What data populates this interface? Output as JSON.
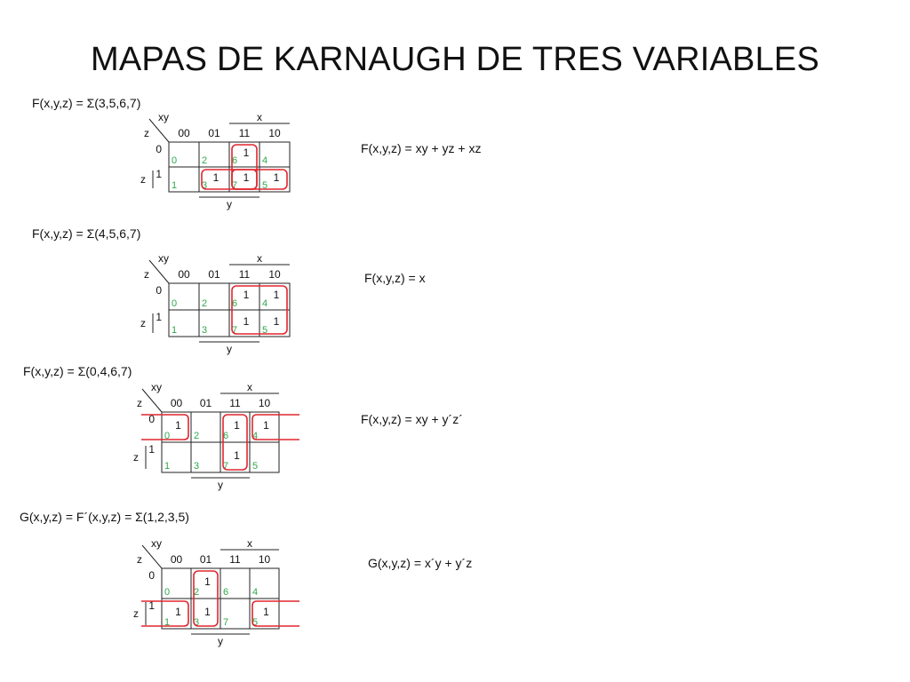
{
  "title": "MAPAS DE KARNAUGH DE TRES VARIABLES",
  "colors": {
    "loop": "#e0262e",
    "minterm": "#2ea84a",
    "text": "#111111"
  },
  "axis": {
    "col_var": "xy",
    "row_var": "z",
    "col_codes": [
      "00",
      "01",
      "11",
      "10"
    ],
    "row_codes": [
      "0",
      "1"
    ],
    "x_label": "x",
    "y_label": "y",
    "z_label": "z"
  },
  "sections": [
    {
      "function": "F(x,y,z) = Σ(3,5,6,7)",
      "result": "F(x,y,z) = xy + yz + xz",
      "cells": [
        [
          "",
          "",
          "1",
          ""
        ],
        [
          "",
          "1",
          "1",
          "1"
        ]
      ],
      "minterms": [
        [
          "0",
          "2",
          "6",
          "4"
        ],
        [
          "1",
          "3",
          "7",
          "5"
        ]
      ]
    },
    {
      "function": "F(x,y,z) = Σ(4,5,6,7)",
      "result": "F(x,y,z) = x",
      "cells": [
        [
          "",
          "",
          "1",
          "1"
        ],
        [
          "",
          "",
          "1",
          "1"
        ]
      ],
      "minterms": [
        [
          "0",
          "2",
          "6",
          "4"
        ],
        [
          "1",
          "3",
          "7",
          "5"
        ]
      ]
    },
    {
      "function": "F(x,y,z) = Σ(0,4,6,7)",
      "result": "F(x,y,z) = xy + y´z´",
      "cells": [
        [
          "1",
          "",
          "1",
          "1"
        ],
        [
          "",
          "",
          "1",
          ""
        ]
      ],
      "minterms": [
        [
          "0",
          "2",
          "6",
          "4"
        ],
        [
          "1",
          "3",
          "7",
          "5"
        ]
      ]
    },
    {
      "function": "G(x,y,z) = F´(x,y,z) = Σ(1,2,3,5)",
      "result": "G(x,y,z) = x´y + y´z",
      "cells": [
        [
          "",
          "1",
          "",
          ""
        ],
        [
          "1",
          "1",
          "",
          "1"
        ]
      ],
      "minterms": [
        [
          "0",
          "2",
          "6",
          "4"
        ],
        [
          "1",
          "3",
          "7",
          "5"
        ]
      ]
    }
  ]
}
